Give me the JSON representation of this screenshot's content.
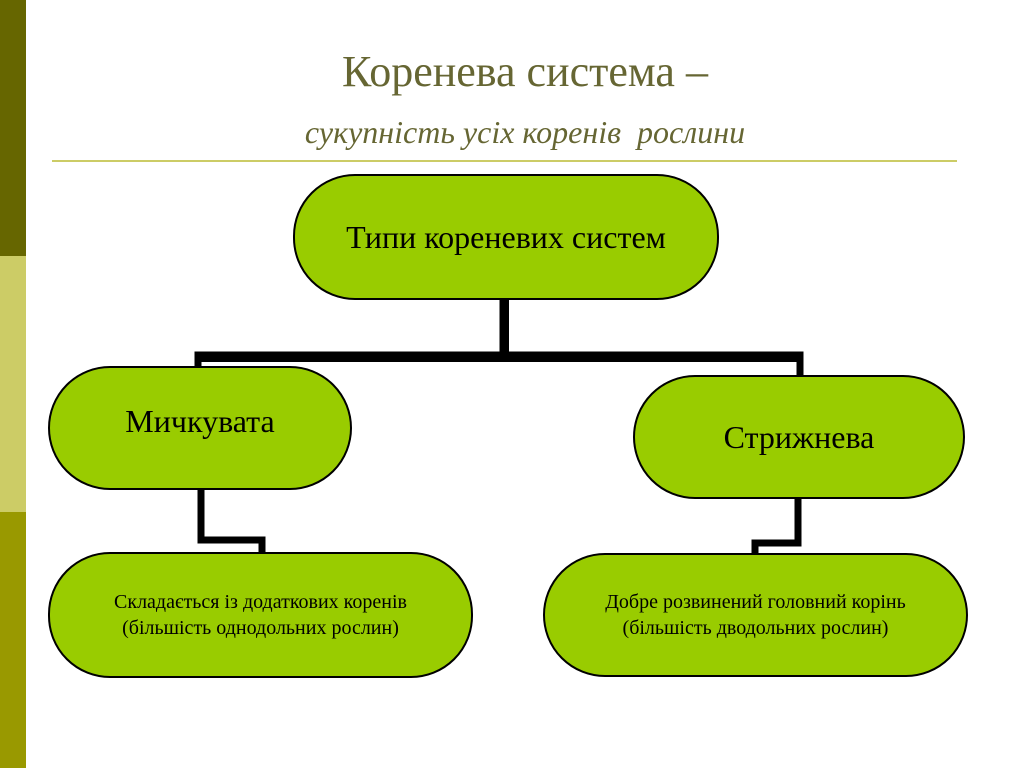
{
  "slide": {
    "title": "Коренева система –",
    "subtitle": "сукупність усіх коренів  рослини"
  },
  "diagram": {
    "root": "Типи кореневих систем",
    "left": {
      "label": "Мичкувата",
      "description": "Складається із додаткових коренів\n(більшість однодольних рослин)"
    },
    "right": {
      "label": "Стрижнева",
      "description": "Добре розвинений головний корінь\n(більшість дводольних рослин)"
    }
  },
  "colors": {
    "node_fill": "#99cc00",
    "title_text": "#666633",
    "side_dark": "#666600",
    "side_light": "#cccc66",
    "side_mid": "#999900",
    "rule": "#cccc66"
  }
}
